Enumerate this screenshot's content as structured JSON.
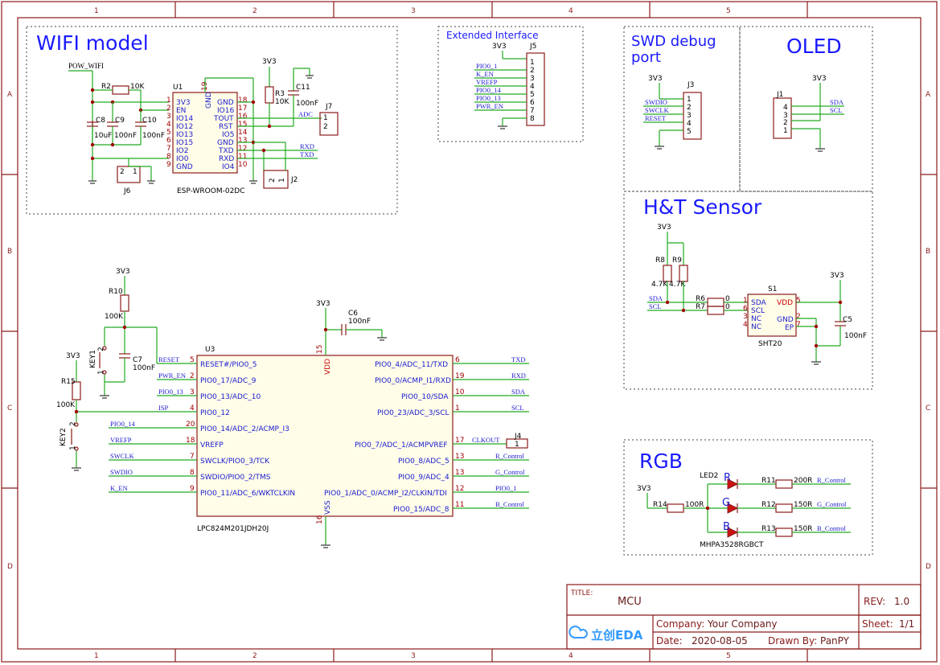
{
  "frame": {
    "columns": [
      "1",
      "2",
      "3",
      "4",
      "5"
    ],
    "rows": [
      "A",
      "B",
      "C",
      "D"
    ]
  },
  "sections": {
    "wifi": "WIFI model",
    "ext": "Extended Interface",
    "swd": "SWD debug port",
    "swd_l1": "SWD debug",
    "swd_l2": "port",
    "oled": "OLED",
    "ht": "H&T Sensor",
    "rgb": "RGB"
  },
  "wifi": {
    "pow": "POW_WIFI",
    "u1_ref": "U1",
    "u1_part": "ESP-WROOM-02DC",
    "u1_left": [
      "3V3",
      "EN",
      "IO14",
      "IO12",
      "IO13",
      "IO15",
      "IO2",
      "IO0",
      "GND"
    ],
    "u1_left_nums": [
      "1",
      "2",
      "3",
      "4",
      "5",
      "6",
      "7",
      "8",
      "9"
    ],
    "u1_right": [
      "GND",
      "IO16",
      "TOUT",
      "RST",
      "IO5",
      "GND",
      "TXD",
      "RXD",
      "IO4"
    ],
    "u1_right_nums": [
      "18",
      "17",
      "16",
      "15",
      "14",
      "13",
      "12",
      "11",
      "10"
    ],
    "gnd_top": "GND",
    "gnd_top_num": "19",
    "r2": "R2",
    "r2v": "10K",
    "c8": "C8",
    "c8v": "10uF",
    "c9": "C9",
    "c9v": "100nF",
    "c10": "C10",
    "c10v": "100nF",
    "r3": "R3",
    "r3v": "10K",
    "c11": "C11",
    "c11v": "100nF",
    "v33": "3V3",
    "adc": "ADC",
    "rxd": "RXD",
    "txd": "TXD",
    "j6": "J6",
    "j2": "J2",
    "j7": "J7",
    "n1": "1",
    "n2": "2"
  },
  "ext": {
    "j5": "J5",
    "v33": "3V3",
    "nets": [
      "PIO0_1",
      "K_EN",
      "VREFP",
      "PIO0_14",
      "PIO0_13",
      "PWR_EN"
    ],
    "pins": [
      "1",
      "2",
      "3",
      "4",
      "5",
      "6",
      "7",
      "8"
    ]
  },
  "swd": {
    "j3": "J3",
    "v33": "3V3",
    "nets": [
      "SWDIO",
      "SWCLK",
      "RESET"
    ],
    "pins": [
      "1",
      "2",
      "3",
      "4",
      "5"
    ]
  },
  "oled": {
    "j1": "J1",
    "v33": "3V3",
    "nets": [
      "SDA",
      "SCL"
    ],
    "pins": [
      "4",
      "3",
      "2",
      "1"
    ]
  },
  "ht": {
    "r8": "R8",
    "r8v": "4.7K",
    "r9": "R9",
    "r9v": "4.7K",
    "r6": "R6",
    "r6v": "0",
    "r7": "R7",
    "r7v": "0",
    "s1": "S1",
    "s1p": "SHT20",
    "c5": "C5",
    "c5v": "100nF",
    "v33": "3V3",
    "nets": [
      "SDA",
      "SCL"
    ],
    "left": [
      "SDA",
      "SCL",
      "NC",
      "NC"
    ],
    "left_nums": [
      "1",
      "6",
      "3",
      "4"
    ],
    "right": [
      "VDD",
      "GND",
      "EP"
    ],
    "right_nums": [
      "5",
      "2",
      "7"
    ]
  },
  "mcu": {
    "u3": "U3",
    "part": "LPC824M201JDH20J",
    "vdd": "VDD",
    "vdd_num": "15",
    "vss": "VSS",
    "vss_num": "16",
    "left": [
      "RESET#/PIO0_5",
      "PIO0_17/ADC_9",
      "PIO0_13/ADC_10",
      "PIO0_12",
      "PIO0_14/ADC_2/ACMP_I3",
      "VREFP",
      "SWCLK/PIO0_3/TCK",
      "SWDIO/PIO0_2/TMS",
      "PIO0_11/ADC_6/WKTCLKIN"
    ],
    "left_nums": [
      "5",
      "2",
      "3",
      "4",
      "20",
      "18",
      "7",
      "8",
      "9"
    ],
    "left_nets": [
      "RESET",
      "PWR_EN",
      "PIO0_13",
      "ISP",
      "PIO0_14",
      "VREFP",
      "SWCLK",
      "SWDIO",
      "K_EN"
    ],
    "right": [
      "PIO0_4/ADC_11/TXD",
      "PIO0_0/ACMP_I1/RXD",
      "PIO0_10/SDA",
      "PIO0_23/ADC_3/SCL",
      "PIO0_7/ADC_1/ACMPVREF",
      "PIO0_8/ADC_5",
      "PIO0_9/ADC_4",
      "PIO0_1/ADC_0/ACMP_I2/CLKIN/TDI",
      "PIO0_15/ADC_8"
    ],
    "right_nums": [
      "6",
      "19",
      "10",
      "1",
      "17",
      "13",
      "13",
      "12",
      "11"
    ],
    "right_nets": [
      "TXD",
      "RXD",
      "SDA",
      "SCL",
      "CLKOUT",
      "R_Control",
      "G_Control",
      "PIO0_1",
      "B_Control"
    ],
    "j4": "J4",
    "j4p": "1",
    "v33": "3V3",
    "c6": "C6",
    "c6v": "100nF",
    "r10": "R10",
    "r10v": "100K",
    "c7": "C7",
    "c7v": "100nF",
    "key1": "KEY1",
    "r15": "R15",
    "r15v": "100K",
    "key2": "KEY2",
    "n1": "1",
    "n2": "2"
  },
  "rgb": {
    "v33": "3V3",
    "r14": "R14",
    "r14v": "100R",
    "led": "LED2",
    "ledp": "MHPA3528RGBCT",
    "letters": [
      "R",
      "G",
      "B"
    ],
    "r11": "R11",
    "r11v": "200R",
    "r12": "R12",
    "r12v": "150R",
    "r13": "R13",
    "r13v": "150R",
    "nets": [
      "R_Control",
      "G_Control",
      "B_Control"
    ]
  },
  "titleblock": {
    "title_label": "TITLE:",
    "title": "MCU",
    "rev_label": "REV:",
    "rev": "1.0",
    "company_label": "Company:",
    "company": "Your Company",
    "sheet_label": "Sheet:",
    "sheet": "1/1",
    "date_label": "Date:",
    "date": "2020-08-05",
    "drawn_label": "Drawn By:",
    "drawn": "PanPY",
    "logo": "立创EDA"
  },
  "colors": {
    "frame": "#8b1a1a",
    "wire": "#22aa22",
    "title": "#1a1aff"
  }
}
